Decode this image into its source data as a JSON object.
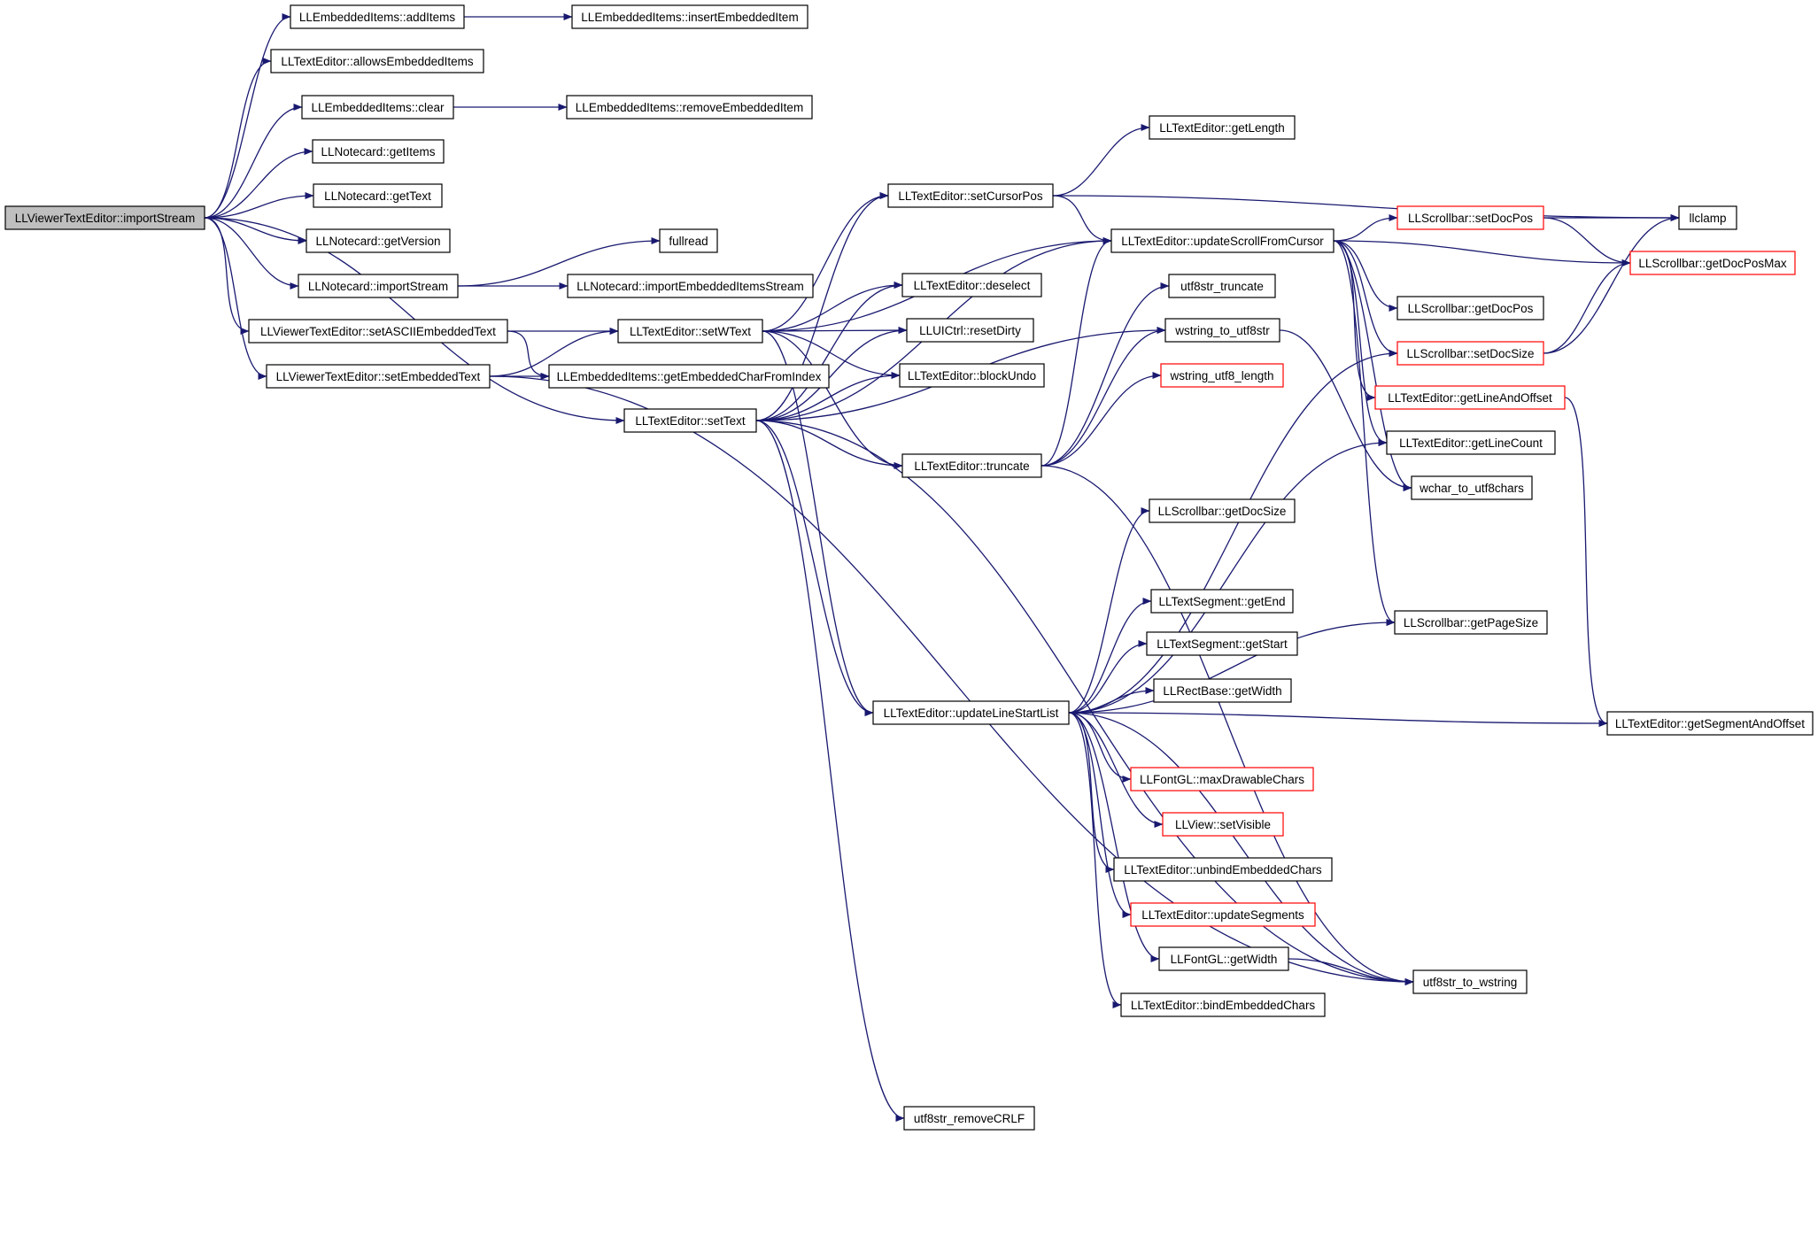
{
  "graph": {
    "colors": {
      "edge": "#191970",
      "node_border": "#000000",
      "truncated_border": "#ff0000",
      "root_fill": "#bfbfbf"
    },
    "nodes": [
      {
        "id": "root",
        "label": "LLViewerTextEditor::importStream",
        "style": "root"
      },
      {
        "id": "addItems",
        "label": "LLEmbeddedItems::addItems",
        "style": "normal"
      },
      {
        "id": "insertEmbeddedItem",
        "label": "LLEmbeddedItems::insertEmbeddedItem",
        "style": "normal"
      },
      {
        "id": "allowsEmbeddedItems",
        "label": "LLTextEditor::allowsEmbeddedItems",
        "style": "normal"
      },
      {
        "id": "clear",
        "label": "LLEmbeddedItems::clear",
        "style": "normal"
      },
      {
        "id": "removeEmbeddedItem",
        "label": "LLEmbeddedItems::removeEmbeddedItem",
        "style": "normal"
      },
      {
        "id": "getItems",
        "label": "LLNotecard::getItems",
        "style": "normal"
      },
      {
        "id": "getText",
        "label": "LLNotecard::getText",
        "style": "normal"
      },
      {
        "id": "getVersion",
        "label": "LLNotecard::getVersion",
        "style": "normal"
      },
      {
        "id": "fullread",
        "label": "fullread",
        "style": "normal"
      },
      {
        "id": "ncImportStream",
        "label": "LLNotecard::importStream",
        "style": "normal"
      },
      {
        "id": "importEmbeddedItemsStream",
        "label": "LLNotecard::importEmbeddedItemsStream",
        "style": "normal"
      },
      {
        "id": "setASCIIEmbeddedText",
        "label": "LLViewerTextEditor::setASCIIEmbeddedText",
        "style": "normal"
      },
      {
        "id": "setEmbeddedText",
        "label": "LLViewerTextEditor::setEmbeddedText",
        "style": "normal"
      },
      {
        "id": "getEmbeddedCharFromIndex",
        "label": "LLEmbeddedItems::getEmbeddedCharFromIndex",
        "style": "normal"
      },
      {
        "id": "setWText",
        "label": "LLTextEditor::setWText",
        "style": "normal"
      },
      {
        "id": "setText",
        "label": "LLTextEditor::setText",
        "style": "normal"
      },
      {
        "id": "setCursorPos",
        "label": "LLTextEditor::setCursorPos",
        "style": "normal"
      },
      {
        "id": "getLength",
        "label": "LLTextEditor::getLength",
        "style": "normal"
      },
      {
        "id": "deselect",
        "label": "LLTextEditor::deselect",
        "style": "normal"
      },
      {
        "id": "resetDirty",
        "label": "LLUICtrl::resetDirty",
        "style": "normal"
      },
      {
        "id": "blockUndo",
        "label": "LLTextEditor::blockUndo",
        "style": "normal"
      },
      {
        "id": "truncate",
        "label": "LLTextEditor::truncate",
        "style": "normal"
      },
      {
        "id": "updateScrollFromCursor",
        "label": "LLTextEditor::updateScrollFromCursor",
        "style": "normal"
      },
      {
        "id": "utf8str_truncate",
        "label": "utf8str_truncate",
        "style": "normal"
      },
      {
        "id": "wstring_to_utf8str",
        "label": "wstring_to_utf8str",
        "style": "normal"
      },
      {
        "id": "wstring_utf8_length",
        "label": "wstring_utf8_length",
        "style": "red"
      },
      {
        "id": "llclamp",
        "label": "llclamp",
        "style": "normal"
      },
      {
        "id": "setDocPos",
        "label": "LLScrollbar::setDocPos",
        "style": "red"
      },
      {
        "id": "getDocPosMax",
        "label": "LLScrollbar::getDocPosMax",
        "style": "red"
      },
      {
        "id": "getDocPos",
        "label": "LLScrollbar::getDocPos",
        "style": "normal"
      },
      {
        "id": "setDocSize",
        "label": "LLScrollbar::setDocSize",
        "style": "red"
      },
      {
        "id": "getLineAndOffset",
        "label": "LLTextEditor::getLineAndOffset",
        "style": "red"
      },
      {
        "id": "getLineCount",
        "label": "LLTextEditor::getLineCount",
        "style": "normal"
      },
      {
        "id": "wchar_to_utf8chars",
        "label": "wchar_to_utf8chars",
        "style": "normal"
      },
      {
        "id": "getDocSize",
        "label": "LLScrollbar::getDocSize",
        "style": "normal"
      },
      {
        "id": "getEnd",
        "label": "LLTextSegment::getEnd",
        "style": "normal"
      },
      {
        "id": "getStart",
        "label": "LLTextSegment::getStart",
        "style": "normal"
      },
      {
        "id": "getPageSize",
        "label": "LLScrollbar::getPageSize",
        "style": "normal"
      },
      {
        "id": "updateLineStartList",
        "label": "LLTextEditor::updateLineStartList",
        "style": "normal"
      },
      {
        "id": "rectGetWidth",
        "label": "LLRectBase::getWidth",
        "style": "normal"
      },
      {
        "id": "getSegmentAndOffset",
        "label": "LLTextEditor::getSegmentAndOffset",
        "style": "normal"
      },
      {
        "id": "maxDrawableChars",
        "label": "LLFontGL::maxDrawableChars",
        "style": "red"
      },
      {
        "id": "setVisible",
        "label": "LLView::setVisible",
        "style": "red"
      },
      {
        "id": "unbindEmbeddedChars",
        "label": "LLTextEditor::unbindEmbeddedChars",
        "style": "normal"
      },
      {
        "id": "updateSegments",
        "label": "LLTextEditor::updateSegments",
        "style": "red"
      },
      {
        "id": "fontGetWidth",
        "label": "LLFontGL::getWidth",
        "style": "normal"
      },
      {
        "id": "utf8str_to_wstring",
        "label": "utf8str_to_wstring",
        "style": "normal"
      },
      {
        "id": "bindEmbeddedChars",
        "label": "LLTextEditor::bindEmbeddedChars",
        "style": "normal"
      },
      {
        "id": "utf8str_removeCRLF",
        "label": "utf8str_removeCRLF",
        "style": "normal"
      }
    ],
    "edges": [
      [
        "root",
        "addItems"
      ],
      [
        "root",
        "allowsEmbeddedItems"
      ],
      [
        "root",
        "clear"
      ],
      [
        "root",
        "getItems"
      ],
      [
        "root",
        "getText"
      ],
      [
        "root",
        "getVersion"
      ],
      [
        "root",
        "ncImportStream"
      ],
      [
        "root",
        "setASCIIEmbeddedText"
      ],
      [
        "root",
        "setEmbeddedText"
      ],
      [
        "root",
        "setText"
      ],
      [
        "addItems",
        "insertEmbeddedItem"
      ],
      [
        "clear",
        "removeEmbeddedItem"
      ],
      [
        "ncImportStream",
        "fullread"
      ],
      [
        "ncImportStream",
        "importEmbeddedItemsStream"
      ],
      [
        "setASCIIEmbeddedText",
        "setWText"
      ],
      [
        "setASCIIEmbeddedText",
        "getEmbeddedCharFromIndex"
      ],
      [
        "setEmbeddedText",
        "getEmbeddedCharFromIndex"
      ],
      [
        "setEmbeddedText",
        "setWText"
      ],
      [
        "setEmbeddedText",
        "utf8str_to_wstring"
      ],
      [
        "setWText",
        "setCursorPos"
      ],
      [
        "setWText",
        "deselect"
      ],
      [
        "setWText",
        "resetDirty"
      ],
      [
        "setWText",
        "blockUndo"
      ],
      [
        "setWText",
        "truncate"
      ],
      [
        "setWText",
        "updateLineStartList"
      ],
      [
        "setWText",
        "updateScrollFromCursor"
      ],
      [
        "setText",
        "setCursorPos"
      ],
      [
        "setText",
        "deselect"
      ],
      [
        "setText",
        "resetDirty"
      ],
      [
        "setText",
        "blockUndo"
      ],
      [
        "setText",
        "truncate"
      ],
      [
        "setText",
        "updateLineStartList"
      ],
      [
        "setText",
        "updateScrollFromCursor"
      ],
      [
        "setText",
        "utf8str_to_wstring"
      ],
      [
        "setText",
        "utf8str_removeCRLF"
      ],
      [
        "setText",
        "wstring_to_utf8str"
      ],
      [
        "setCursorPos",
        "getLength"
      ],
      [
        "setCursorPos",
        "llclamp"
      ],
      [
        "setCursorPos",
        "updateScrollFromCursor"
      ],
      [
        "truncate",
        "utf8str_truncate"
      ],
      [
        "truncate",
        "wstring_to_utf8str"
      ],
      [
        "truncate",
        "wstring_utf8_length"
      ],
      [
        "truncate",
        "updateScrollFromCursor"
      ],
      [
        "truncate",
        "utf8str_to_wstring"
      ],
      [
        "updateScrollFromCursor",
        "setDocPos"
      ],
      [
        "updateScrollFromCursor",
        "getDocPosMax"
      ],
      [
        "updateScrollFromCursor",
        "getDocPos"
      ],
      [
        "updateScrollFromCursor",
        "setDocSize"
      ],
      [
        "updateScrollFromCursor",
        "getLineAndOffset"
      ],
      [
        "updateScrollFromCursor",
        "getLineCount"
      ],
      [
        "updateScrollFromCursor",
        "wchar_to_utf8chars"
      ],
      [
        "updateScrollFromCursor",
        "getPageSize"
      ],
      [
        "setDocPos",
        "llclamp"
      ],
      [
        "setDocPos",
        "getDocPosMax"
      ],
      [
        "setDocSize",
        "llclamp"
      ],
      [
        "setDocSize",
        "getDocPosMax"
      ],
      [
        "getLineAndOffset",
        "getSegmentAndOffset"
      ],
      [
        "wstring_to_utf8str",
        "wchar_to_utf8chars"
      ],
      [
        "updateLineStartList",
        "getDocSize"
      ],
      [
        "updateLineStartList",
        "getEnd"
      ],
      [
        "updateLineStartList",
        "getStart"
      ],
      [
        "updateLineStartList",
        "rectGetWidth"
      ],
      [
        "updateLineStartList",
        "getPageSize"
      ],
      [
        "updateLineStartList",
        "setDocSize"
      ],
      [
        "updateLineStartList",
        "getLineCount"
      ],
      [
        "updateLineStartList",
        "maxDrawableChars"
      ],
      [
        "updateLineStartList",
        "setVisible"
      ],
      [
        "updateLineStartList",
        "unbindEmbeddedChars"
      ],
      [
        "updateLineStartList",
        "updateSegments"
      ],
      [
        "updateLineStartList",
        "fontGetWidth"
      ],
      [
        "updateLineStartList",
        "bindEmbeddedChars"
      ],
      [
        "updateLineStartList",
        "utf8str_to_wstring"
      ],
      [
        "updateLineStartList",
        "getSegmentAndOffset"
      ],
      [
        "fontGetWidth",
        "utf8str_to_wstring"
      ]
    ]
  }
}
